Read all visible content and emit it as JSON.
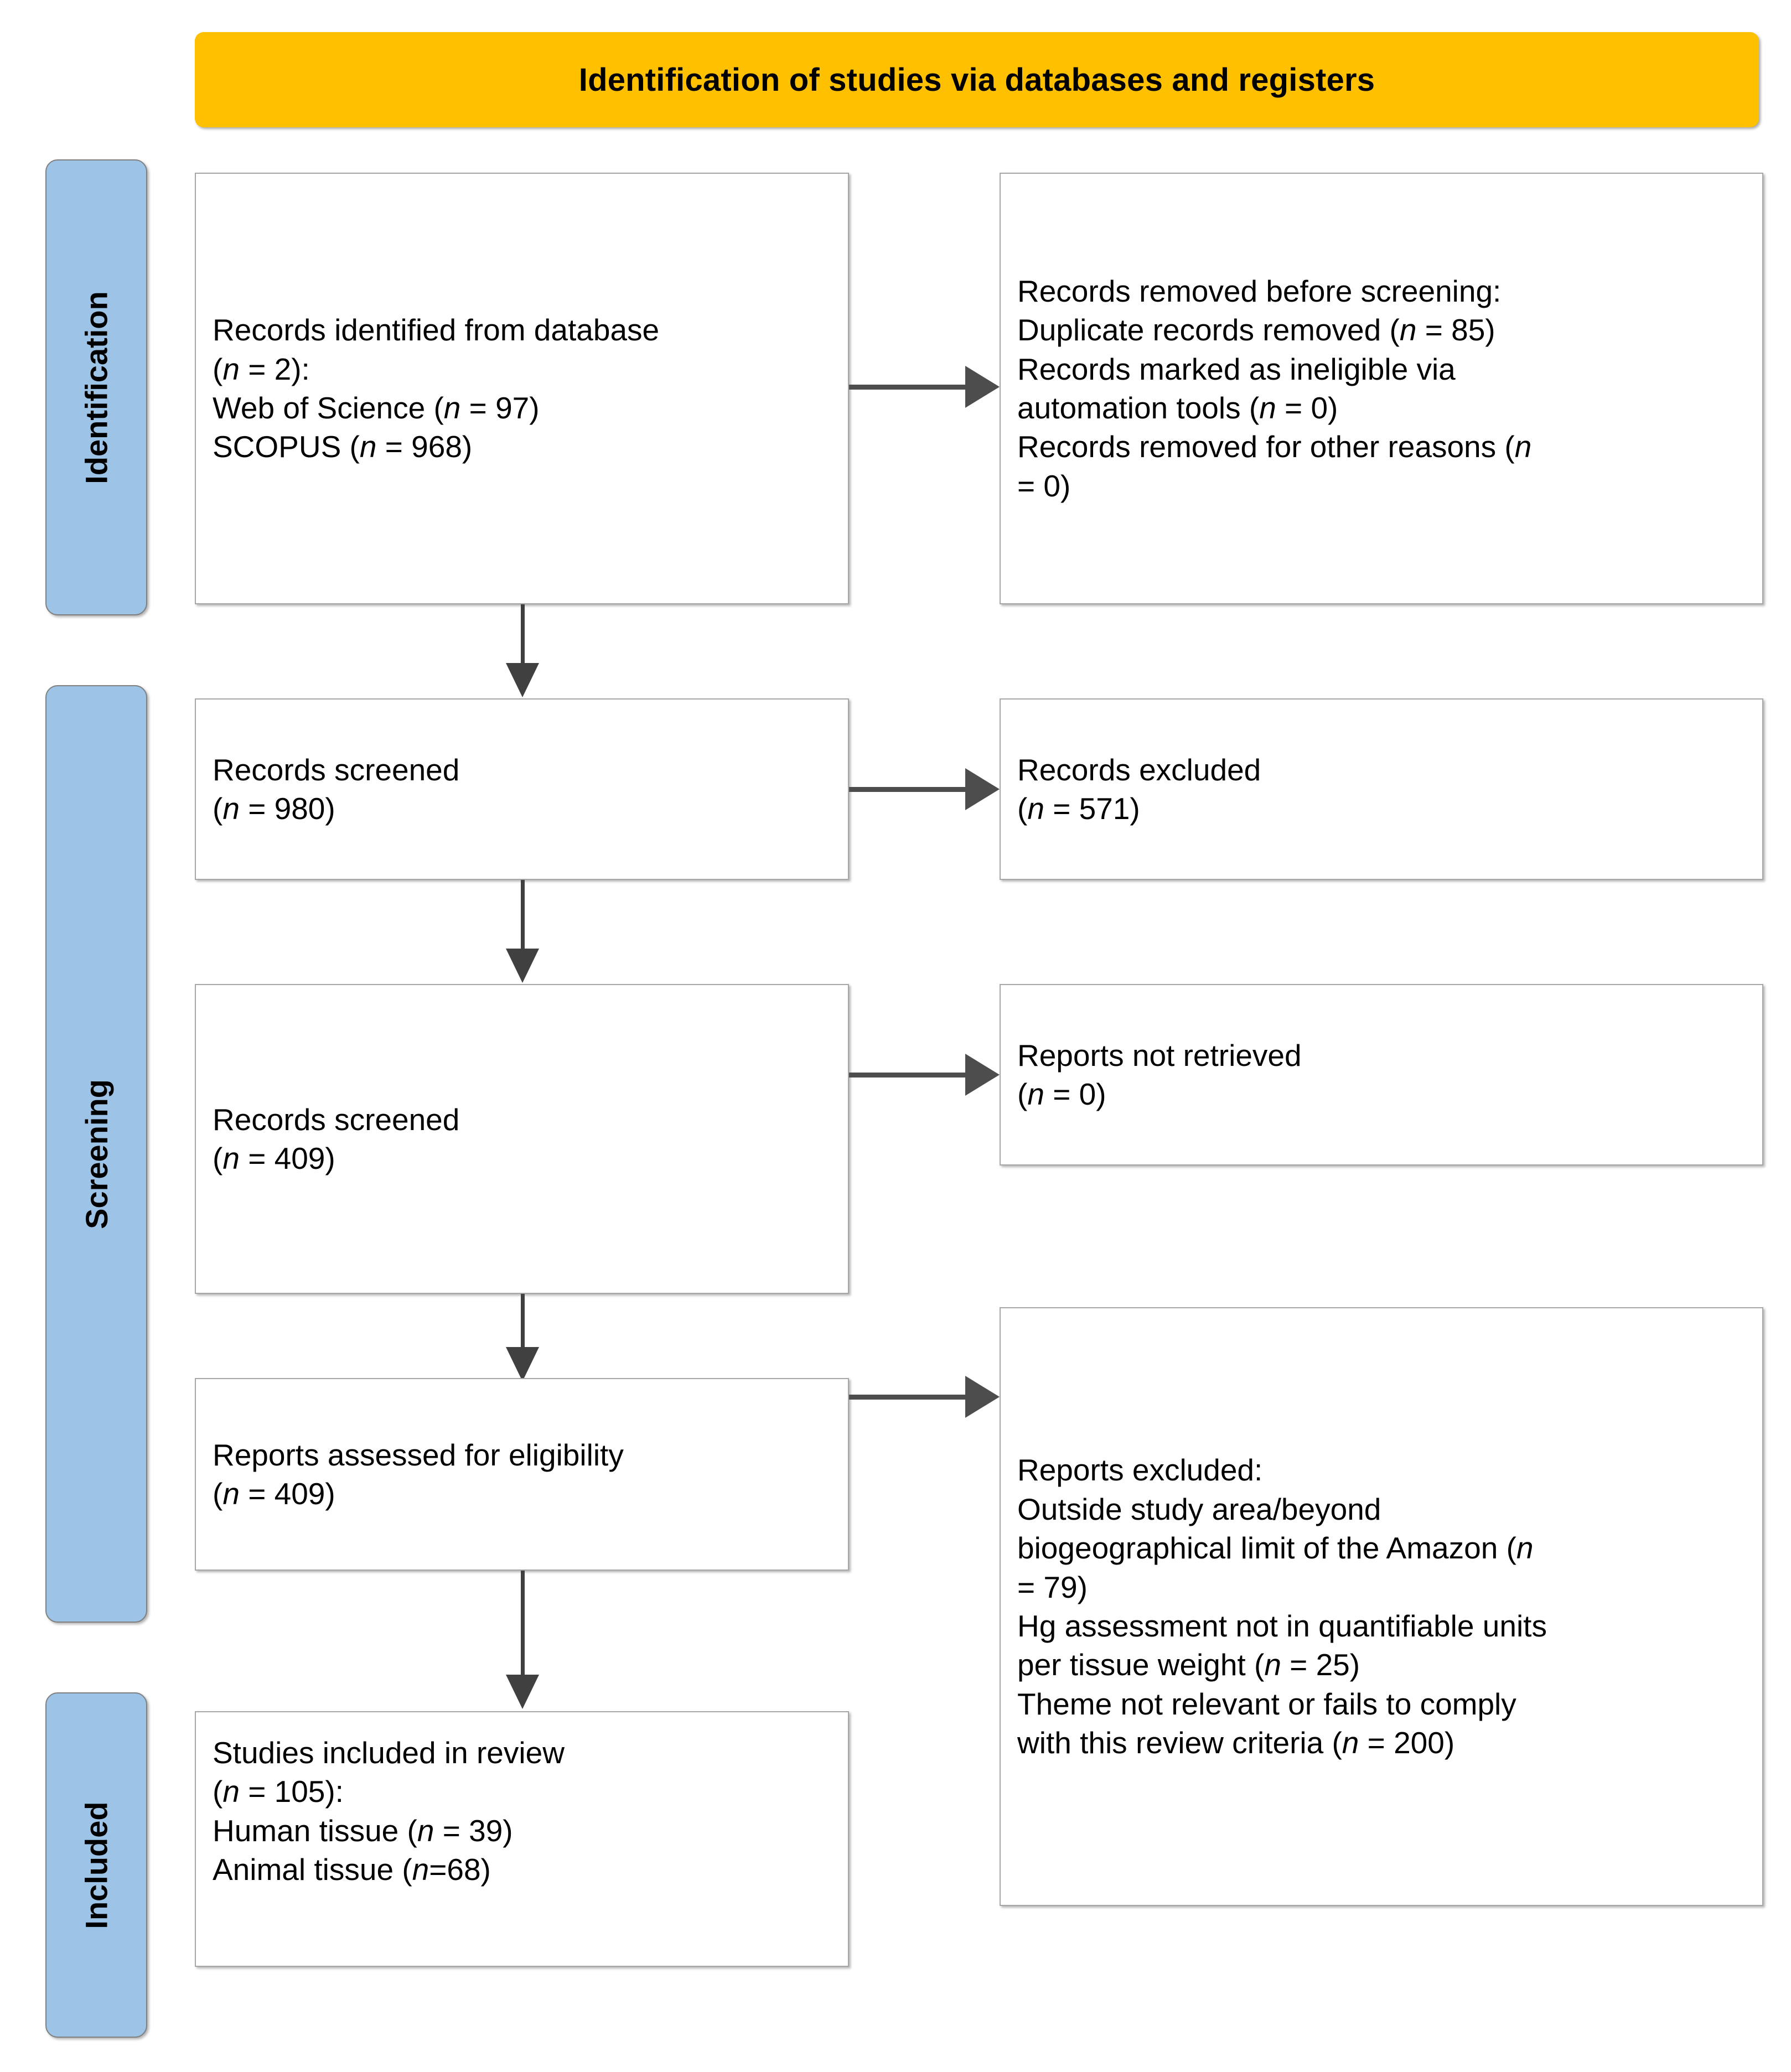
{
  "header": {
    "title": "Identification of studies via databases and registers"
  },
  "stages": [
    {
      "id": "identification",
      "label": "Identification"
    },
    {
      "id": "screening",
      "label": "Screening"
    },
    {
      "id": "included",
      "label": "Included"
    }
  ],
  "boxes": {
    "records_identified": {
      "lines": [
        "Records identified from database",
        "(n = 2):",
        "Web of Science (n = 97)",
        "SCOPUS (n = 968)"
      ]
    },
    "records_removed": {
      "lines": [
        "Records removed before screening:",
        "Duplicate records removed (n = 85)",
        "Records marked as ineligible via",
        "automation tools (n = 0)",
        "Records removed for other reasons (n",
        "= 0)"
      ]
    },
    "records_screened_1": {
      "lines": [
        "Records screened",
        "(n = 980)"
      ]
    },
    "records_excluded": {
      "lines": [
        "Records excluded",
        "(n = 571)"
      ]
    },
    "records_screened_2": {
      "lines": [
        "Records screened",
        "(n = 409)"
      ]
    },
    "reports_not_retrieved": {
      "lines": [
        "Reports not retrieved",
        "(n = 0)"
      ]
    },
    "reports_assessed": {
      "lines": [
        "Reports assessed for eligibility",
        "(n = 409)"
      ]
    },
    "reports_excluded": {
      "lines": [
        "Reports excluded:",
        "Outside study area/beyond",
        "biogeographical limit of the Amazon (n",
        "= 79)",
        "Hg assessment not in quantifiable units",
        "per tissue weight (n = 25)",
        "Theme not relevant or fails to comply",
        "with this review criteria (n = 200)"
      ]
    },
    "studies_included": {
      "lines": [
        "Studies included in review",
        "(n = 105):",
        "Human tissue (n = 39)",
        "Animal tissue (n=68)"
      ]
    }
  },
  "counts": {
    "databases_searched": 2,
    "web_of_science": 97,
    "scopus": 968,
    "duplicates_removed": 85,
    "ineligible_automation": 0,
    "removed_other_reasons": 0,
    "records_screened_1": 980,
    "records_excluded": 571,
    "records_screened_2": 409,
    "reports_not_retrieved": 0,
    "reports_assessed": 409,
    "excluded_outside_area": 79,
    "excluded_units": 25,
    "excluded_theme": 200,
    "studies_included": 105,
    "human_tissue": 39,
    "animal_tissue": 68
  },
  "colors": {
    "header_background": "#FFC000",
    "stage_background": "#9DC3E6",
    "box_border": "#A6A6A6",
    "connector": "#404040",
    "text": "#000000"
  }
}
